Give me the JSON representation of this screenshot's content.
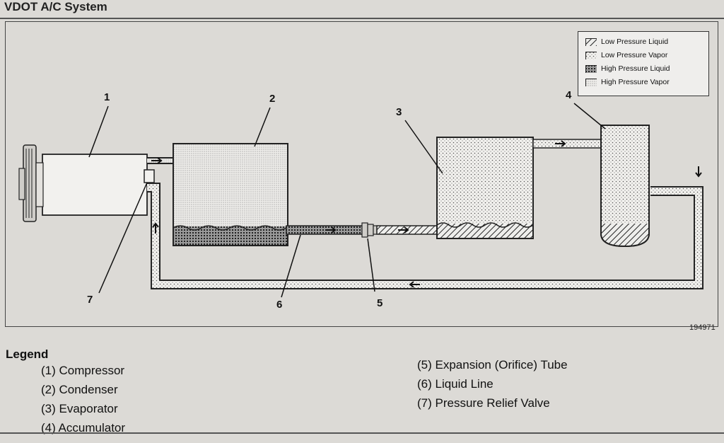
{
  "page_title": "VDOT A/C System",
  "figure_number": "194971",
  "map_legend": [
    {
      "label": "Low Pressure Liquid",
      "pattern": "diag"
    },
    {
      "label": "Low Pressure Vapor",
      "pattern": "dots"
    },
    {
      "label": "High Pressure Liquid",
      "pattern": "grid"
    },
    {
      "label": "High Pressure Vapor",
      "pattern": "fine"
    }
  ],
  "callouts": [
    "1",
    "2",
    "3",
    "4",
    "5",
    "6",
    "7"
  ],
  "legend": {
    "title": "Legend",
    "items": [
      "(1)  Compressor",
      "(2)  Condenser",
      "(3)  Evaporator",
      "(4)  Accumulator",
      "(5)  Expansion (Orifice) Tube",
      "(6)  Liquid Line",
      "(7)  Pressure Relief Valve"
    ]
  },
  "colors": {
    "paper": "#dcdad6",
    "line": "#222222"
  }
}
